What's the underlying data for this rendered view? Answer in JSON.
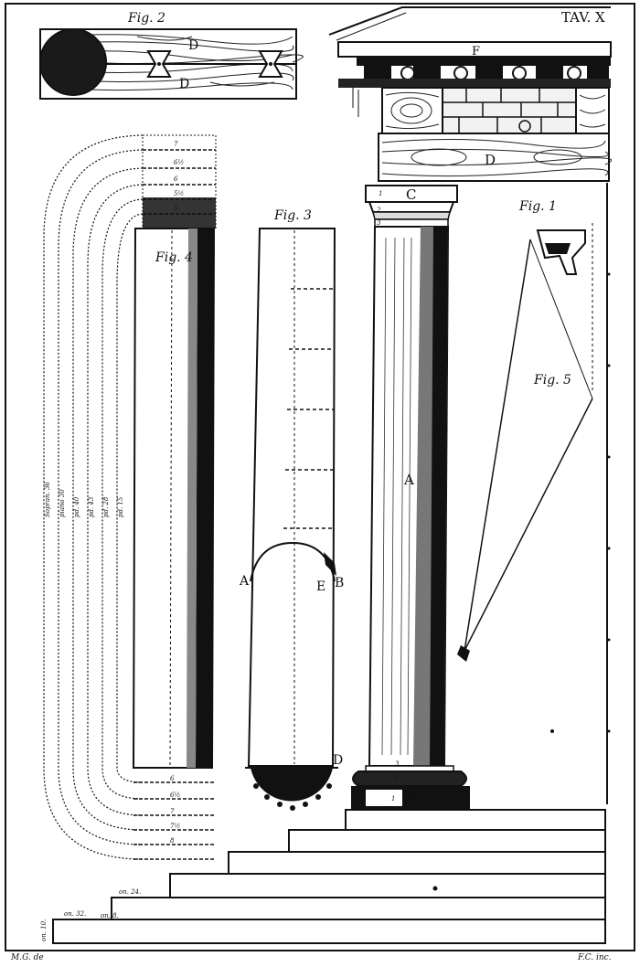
{
  "plate": {
    "title": "TAV. X",
    "signature_left": "M.G. de",
    "signature_right": "F.C. inc."
  },
  "figures": {
    "fig1": "Fig. 1",
    "fig2": "Fig. 2",
    "fig3": "Fig. 3",
    "fig4": "Fig. 4",
    "fig5": "Fig. 5"
  },
  "letters": {
    "D_top": "D",
    "D_bottom": "D",
    "D_beam": "D",
    "F": "F",
    "C": "C",
    "A_shaft": "A",
    "B_base": "B",
    "A_arc": "A",
    "E": "E",
    "B_arc": "B",
    "D_arc": "D"
  },
  "fig4_curve_labels": [
    "Sopran. 36",
    "piano 30",
    "pd. 40",
    "pd. 43",
    "pd. 28",
    "pd. 15"
  ],
  "fig4_top_marks": [
    "7",
    "6½",
    "6",
    "5½",
    "5"
  ],
  "fig4_bottom_marks": [
    "6",
    "6½",
    "7",
    "7½",
    "8"
  ],
  "step_labels": [
    "on. 24.",
    "on. 32.",
    "on. 8.",
    "on. 10."
  ],
  "capital_numbers": [
    "1",
    "2",
    "3"
  ],
  "base_numbers": [
    "3",
    "2",
    "1"
  ]
}
